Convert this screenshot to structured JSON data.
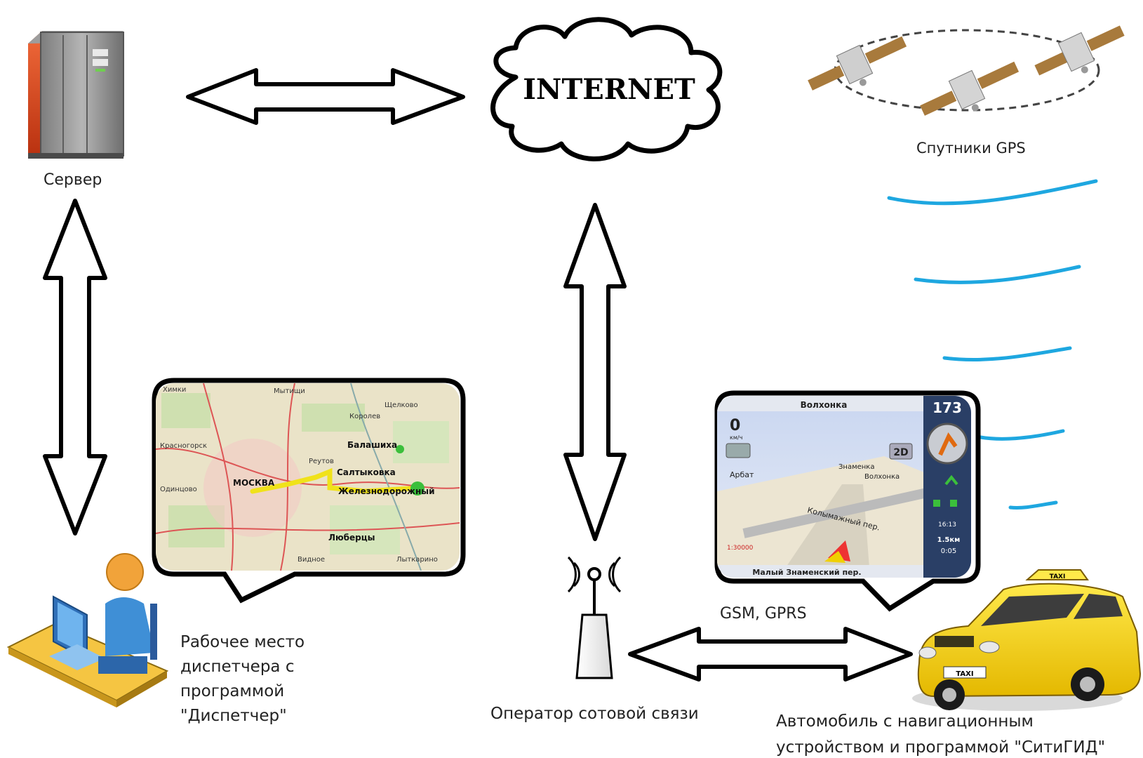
{
  "diagram": {
    "nodes": {
      "server": {
        "label": "Сервер"
      },
      "internet": {
        "label": "INTERNET"
      },
      "satellites": {
        "label": "Спутники GPS"
      },
      "dispatcher": {
        "label_lines": [
          "Рабочее место",
          "диспетчера с",
          "программой",
          "\"Диспетчер\""
        ]
      },
      "operator": {
        "label": "Оператор сотовой связи"
      },
      "car": {
        "label_lines": [
          "Автомобиль с навигационным",
          "устройством и программой \"СитиГИД\""
        ]
      }
    },
    "links": {
      "car_operator": {
        "label": "GSM, GPRS"
      }
    },
    "map_screen": {
      "labels": [
        "Химки",
        "Мытищи",
        "Королев",
        "Щелково",
        "Балашиха",
        "Реутов",
        "Салтыковка",
        "МОСКВА",
        "Железнодорожный",
        "Люберцы",
        "Красногорск",
        "Одинцово",
        "Видное",
        "Лыткарино"
      ]
    },
    "nav_screen": {
      "street_top": "Волхонка",
      "speed": "0",
      "speed_unit": "км/ч",
      "heading": "173",
      "mode": "2D",
      "street_bottom": "Малый Знаменский пер.",
      "scale": "1:30000",
      "distance": "1.5км",
      "time": "0:05",
      "clock": "16:13",
      "street_labels": [
        "Арбат",
        "Знаменка",
        "Волхонка",
        "Колымажный пер."
      ]
    },
    "taxi": {
      "roof_sign": "TAXI",
      "plate": "TAXI"
    },
    "colors": {
      "server_accent": "#d8431c",
      "gps_waves": "#1ea7e0",
      "route": "#f0e21a",
      "person": "#3f8fd6",
      "desk": "#f5c542",
      "taxi": "#f5d000",
      "outline": "#000000"
    }
  }
}
